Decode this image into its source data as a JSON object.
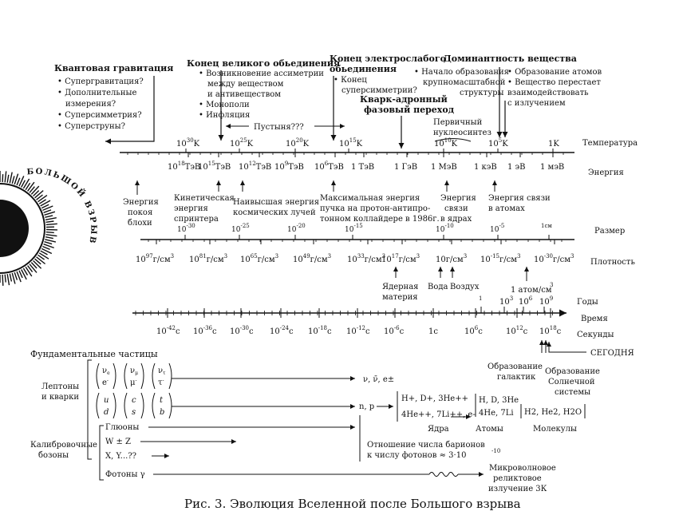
{
  "groups": {
    "quantum": {
      "title": "Квантовая гравитация",
      "items": [
        "• Супергравитация?",
        "• Дополнительные",
        "измерения?",
        "• Суперсимметрия?",
        "• Суперструны?"
      ]
    },
    "gut": {
      "title": "Конец великого обьединения",
      "items": [
        "• Возникновение ассиметрии",
        "между веществом",
        "и антивеществом",
        "• Монополи",
        "• Инфляция"
      ]
    },
    "electroweak": {
      "title": [
        "Конец электрослабого",
        "обьединения"
      ],
      "items": [
        "• Конец",
        "суперсимметрии?"
      ]
    },
    "matter": {
      "title": "Доминантность вещества",
      "left": [
        "• Начало образования",
        "крупномасштабной",
        "структуры"
      ],
      "right": [
        "• Образование атомов",
        "• Вещество перестает",
        "взаимодействовать",
        "с излучением"
      ]
    },
    "quark_hadron": [
      "Кварк-адронный",
      "фазовый переход"
    ],
    "nucleosynthesis": [
      "Первичный",
      "нуклеосинтез"
    ],
    "desert": "Пустыня???"
  },
  "temperature": {
    "label": "Температура",
    "ticks": [
      [
        "10",
        "30",
        "K"
      ],
      [
        "10",
        "25",
        "K"
      ],
      [
        "10",
        "20",
        "K"
      ],
      [
        "10",
        "15",
        "K"
      ],
      [
        "10",
        "10",
        "K"
      ],
      [
        "10",
        "5",
        "K"
      ],
      [
        "",
        "",
        "1K"
      ]
    ]
  },
  "energy": {
    "label": "Энергия",
    "ticks": [
      [
        "10",
        "18",
        "ТэВ"
      ],
      [
        "10",
        "15",
        "ТэВ"
      ],
      [
        "10",
        "12",
        "ТэВ"
      ],
      [
        "10",
        "9",
        "ТэВ"
      ],
      [
        "10",
        "6",
        "ТэВ"
      ],
      [
        "",
        "",
        "1 ТэВ"
      ],
      [
        "",
        "",
        "1 ГэВ"
      ],
      [
        "",
        "",
        "1 МэВ"
      ],
      [
        "",
        "",
        "1 кэВ"
      ],
      [
        "",
        "",
        "1 эВ"
      ],
      [
        "",
        "",
        "1 мэВ"
      ]
    ]
  },
  "energy_notes": {
    "planck": [
      "Энергия",
      "покоя",
      "блохи"
    ],
    "sprinter": [
      "Кинетическая",
      "энергия",
      "спринтера"
    ],
    "cosmic": [
      "Наивысшая энергия",
      "космических лучей"
    ],
    "collider": [
      "Максимальная энергия",
      "пучка на протон-антипро-",
      "тонном коллайдере в 1986г."
    ],
    "nuclear": [
      "Энергия",
      "связи",
      "в ядрах"
    ],
    "atomic": [
      "Энергия связи",
      "в атомах"
    ]
  },
  "size": {
    "label": "Размер",
    "ticks": [
      [
        "10",
        "-30"
      ],
      [
        "10",
        "-25"
      ],
      [
        "10",
        "-20"
      ],
      [
        "10",
        "-15"
      ],
      [
        "10",
        "-10"
      ],
      [
        "10",
        "-5"
      ],
      [
        "",
        "1см"
      ]
    ]
  },
  "density": {
    "label": "Плотность",
    "ticks": [
      [
        "10",
        "97",
        "г/см",
        "3"
      ],
      [
        "10",
        "81",
        "г/см",
        "3"
      ],
      [
        "10",
        "65",
        "г/см",
        "3"
      ],
      [
        "10",
        "49",
        "г/см",
        "3"
      ],
      [
        "10",
        "33",
        "г/см",
        "3"
      ],
      [
        "10",
        "17",
        "г/см",
        "3"
      ],
      [
        "",
        "",
        "10г/см",
        "3"
      ],
      [
        "10",
        "-15",
        "г/см",
        "3"
      ],
      [
        "10",
        "-30",
        "г/см",
        "3"
      ]
    ]
  },
  "density_notes": {
    "nuclear": [
      "Ядерная",
      "материя"
    ],
    "water": "Вода",
    "air": "Воздух",
    "atom": "1 атом/см",
    "atom_sup": "3"
  },
  "years": {
    "label": "Годы",
    "ticks": [
      [
        "",
        "1"
      ],
      [
        "10",
        "3"
      ],
      [
        "10",
        "6"
      ],
      [
        "10",
        "9"
      ]
    ]
  },
  "time": {
    "label": "Время",
    "unit_label": "Секунды",
    "ticks": [
      [
        "10",
        "-42",
        "c"
      ],
      [
        "10",
        "-36",
        "c"
      ],
      [
        "10",
        "-30",
        "c"
      ],
      [
        "10",
        "-24",
        "c"
      ],
      [
        "10",
        "-18",
        "c"
      ],
      [
        "10",
        "-12",
        "c"
      ],
      [
        "10",
        "-6",
        "c"
      ],
      [
        "",
        "",
        "1c"
      ],
      [
        "10",
        "6",
        "c"
      ],
      [
        "10",
        "12",
        "c"
      ],
      [
        "10",
        "18",
        "c"
      ]
    ]
  },
  "today": "СЕГОДНЯ",
  "galaxies": [
    "Образование",
    "галактик"
  ],
  "solar": [
    "Образование",
    "Солнечной",
    "системы"
  ],
  "particles": {
    "title": "Фундаментальные частицы",
    "leptons_label": [
      "Лептоны",
      "и кварки"
    ],
    "gauge_label": [
      "Калибровочные",
      "бозоны"
    ],
    "lepton_out": "ν, ν̄, e±",
    "quark_out": "n, p",
    "gluons": "Глюоны",
    "wz": "W ± Z",
    "xy": "X, Y...??",
    "photons": "Фотоны γ",
    "nuclei_top": "H+, D+, 3He++",
    "nuclei_bottom": "4He++, 7Li++, e-",
    "nuclei_label": "Ядра",
    "atoms_top": "H, D, 3He",
    "atoms_bottom": "4He, 7Li",
    "atoms_label": "Атомы",
    "molecules": "H2, He2, H2O",
    "molecules_label": "Молекулы",
    "ratio": [
      "Отношение числа барионов",
      "к числу фотонов ≈ 3·10"
    ],
    "ratio_exp": "-10",
    "cmb": [
      "Микроволновое",
      "реликтовое",
      "излучение 3К"
    ]
  },
  "bigbang": "БОЛЬШОЙ ВЗРЫВ",
  "caption": "Рис. 3. Эволюция Вселенной после Большого взрыва"
}
